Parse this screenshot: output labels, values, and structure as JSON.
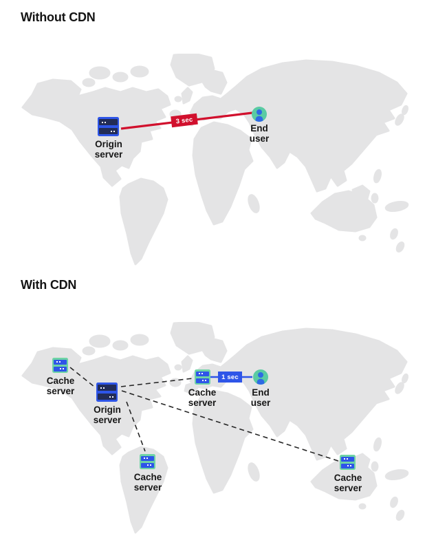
{
  "panels": [
    {
      "title": "Without CDN",
      "latency_badge": "3 sec",
      "nodes": {
        "origin": {
          "label": "Origin server"
        },
        "end_user": {
          "label": "End user"
        }
      },
      "connection": {
        "style": "solid",
        "color": "#d1102d"
      }
    },
    {
      "title": "With CDN",
      "latency_badge": "1 sec",
      "nodes": {
        "cache_alaska": {
          "label": "Cache server"
        },
        "origin": {
          "label": "Origin server"
        },
        "cache_europe": {
          "label": "Cache server"
        },
        "end_user": {
          "label": "End user"
        },
        "cache_south_america": {
          "label": "Cache server"
        },
        "cache_australia": {
          "label": "Cache server"
        }
      },
      "connection": {
        "style": "dashed",
        "color": "#262626",
        "fast_link_color": "#2e55e8"
      }
    }
  ],
  "colors": {
    "map_land": "#e4e4e5",
    "server_blue": "#2e55e8",
    "server_navy": "#222c57",
    "cache_mint": "#6ed3a6",
    "user_circle_green": "#5acba3",
    "user_person_blue": "#2e6ae4",
    "slow_red": "#d1102d",
    "text": "#161616"
  }
}
